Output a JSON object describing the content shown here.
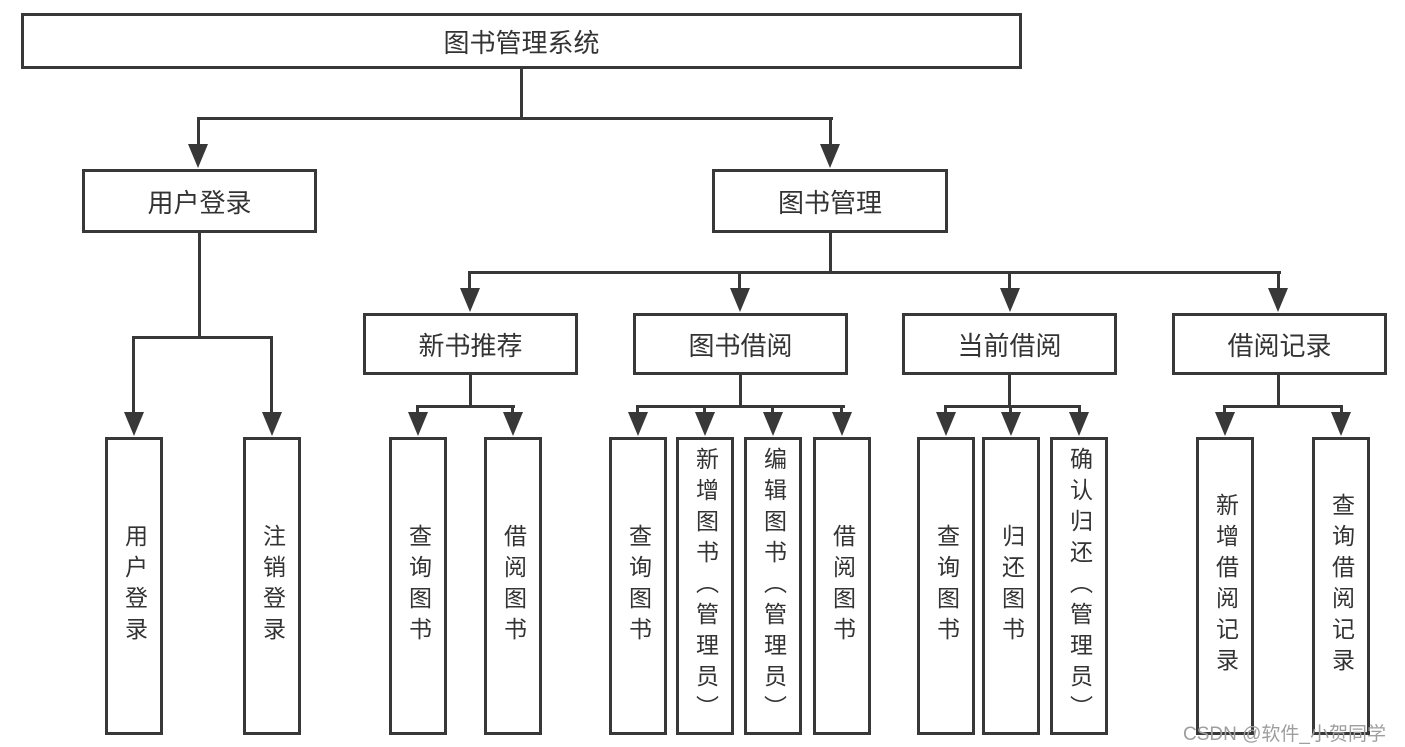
{
  "diagram": {
    "title": "图书管理系统",
    "type": "hierarchy-tree",
    "colors": {
      "line": "#383838",
      "text": "#333333",
      "background": "#ffffff",
      "watermark": "#9e9e9e"
    },
    "tree": {
      "root": "图书管理系统",
      "children": [
        {
          "label": "用户登录",
          "children": [
            "用户登录",
            "注销登录"
          ]
        },
        {
          "label": "图书管理",
          "children": [
            {
              "label": "新书推荐",
              "children": [
                "查询图书",
                "借阅图书"
              ]
            },
            {
              "label": "图书借阅",
              "children": [
                "查询图书",
                "新增图书（管理员）",
                "编辑图书（管理员）",
                "借阅图书"
              ]
            },
            {
              "label": "当前借阅",
              "children": [
                "查询图书",
                "归还图书",
                "确认归还（管理员）"
              ]
            },
            {
              "label": "借阅记录",
              "children": [
                "新增借阅记录",
                "查询借阅记录"
              ]
            }
          ]
        }
      ]
    },
    "watermark": {
      "text": "CSDN @软件_小贺同学"
    }
  }
}
